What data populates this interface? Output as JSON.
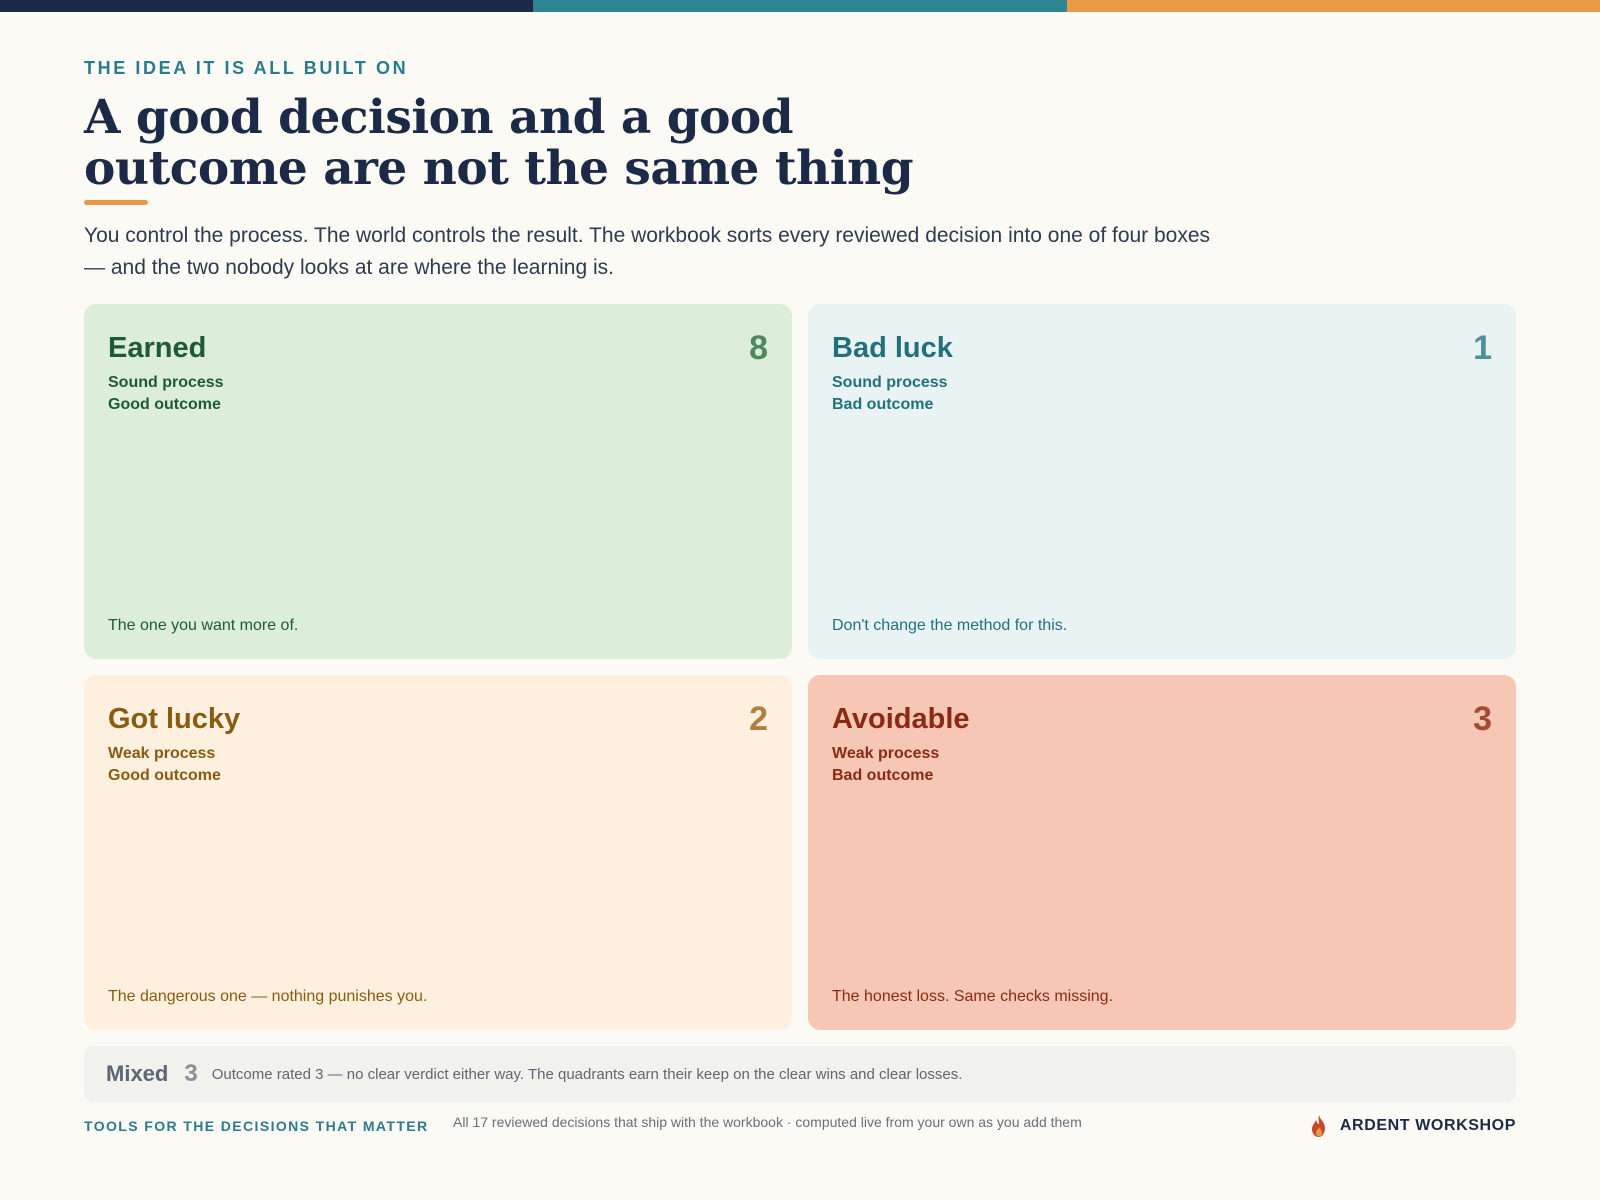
{
  "eyebrow": "THE IDEA IT IS ALL BUILT ON",
  "title": "A good decision and a good outcome are not the same thing",
  "lede": "You control the process. The world controls the result. The workbook sorts every reviewed decision into one of four boxes — and the two nobody looks at are where the learning is.",
  "colors": {
    "bar": [
      "#1c2a47",
      "#2e8592",
      "#ea9a45"
    ],
    "accent": "#ea9a45",
    "background": "#fbfaf4"
  },
  "quadrants": [
    {
      "name": "Earned",
      "count": "8",
      "process": "Sound process",
      "outcome": "Good outcome",
      "note": "The one you want more of.",
      "bg": "#dcedd9",
      "fg": "#1f5a36",
      "count_color": "#4a8a5e"
    },
    {
      "name": "Bad luck",
      "count": "1",
      "process": "Sound process",
      "outcome": "Bad outcome",
      "note": "Don't change the method for this.",
      "bg": "#eaf3f4",
      "fg": "#22707b",
      "count_color": "#4f8f99"
    },
    {
      "name": "Got lucky",
      "count": "2",
      "process": "Weak process",
      "outcome": "Good outcome",
      "note": "The dangerous one — nothing punishes you.",
      "bg": "#fdf0df",
      "fg": "#8a5a10",
      "count_color": "#b07e3e"
    },
    {
      "name": "Avoidable",
      "count": "3",
      "process": "Weak process",
      "outcome": "Bad outcome",
      "note": "The honest loss. Same checks missing.",
      "bg": "#f6c7b5",
      "fg": "#8a2a14",
      "count_color": "#a54a33"
    }
  ],
  "mixed": {
    "label": "Mixed",
    "count": "3",
    "text": "Outcome rated 3 — no clear verdict either way. The quadrants earn their keep on the clear wins and clear losses."
  },
  "footer": {
    "tagline": "TOOLS FOR THE DECISIONS THAT MATTER",
    "note": "All 17 reviewed decisions that ship with the workbook · computed live from your own as you add them",
    "brand": "ARDENT WORKSHOP",
    "brand_icon": "flame-icon"
  }
}
